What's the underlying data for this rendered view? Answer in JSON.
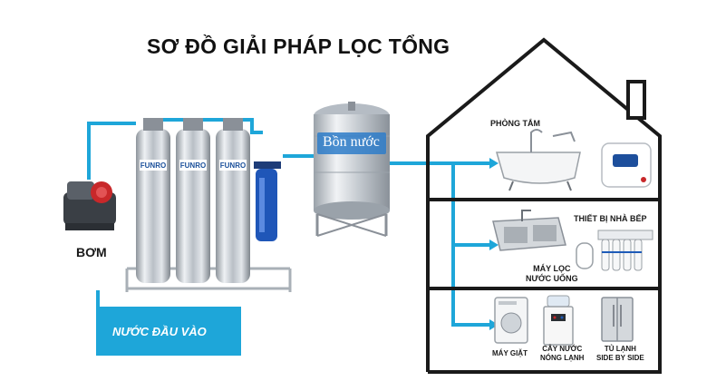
{
  "title": "SƠ ĐỒ GIẢI PHÁP LỌC TỔNG",
  "pump": {
    "label": "BƠM",
    "icon": "water-pump-icon"
  },
  "inlet": {
    "label": "NƯỚC ĐẦU VÀO",
    "color": "#1ea6d9"
  },
  "filters": {
    "count": 3,
    "brand_text": "FUNRO"
  },
  "tank": {
    "label": "Bồn nước"
  },
  "house": {
    "bathroom": {
      "label": "PHÒNG TẮM"
    },
    "kitchen": {
      "label": "THIẾT BỊ NHÀ BẾP"
    },
    "ro": {
      "line1": "MÁY LỌC",
      "line2": "NƯỚC UỐNG"
    },
    "washer": {
      "label": "MÁY GIẶT"
    },
    "dispenser": {
      "line1": "CÂY NƯỚC",
      "line2": "NÓNG LẠNH"
    },
    "fridge": {
      "line1": "TỦ LẠNH",
      "line2": "SIDE BY SIDE"
    }
  },
  "colors": {
    "pipe": "#1ea6d9",
    "house_outline": "#1a1a1a",
    "steel": "#c9ced4"
  }
}
